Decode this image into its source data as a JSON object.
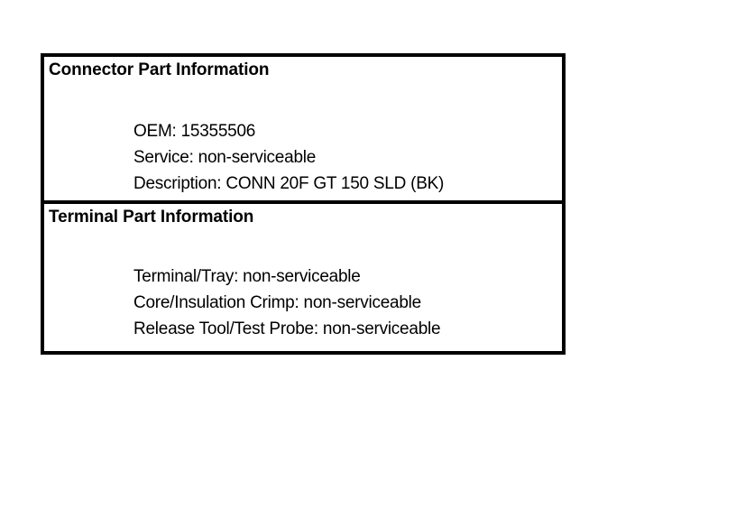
{
  "document": {
    "background_color": "#ffffff",
    "text_color": "#000000",
    "border_color": "#000000"
  },
  "panel": {
    "sections": [
      {
        "id": "connector",
        "title": "Connector Part Information",
        "fields": [
          "OEM: 15355506",
          "Service: non-serviceable",
          "Description: CONN 20F GT 150 SLD (BK)"
        ]
      },
      {
        "id": "terminal",
        "title": "Terminal Part Information",
        "fields": [
          "Terminal/Tray: non-serviceable",
          "Core/Insulation Crimp: non-serviceable",
          "Release Tool/Test Probe: non-serviceable"
        ]
      }
    ]
  }
}
